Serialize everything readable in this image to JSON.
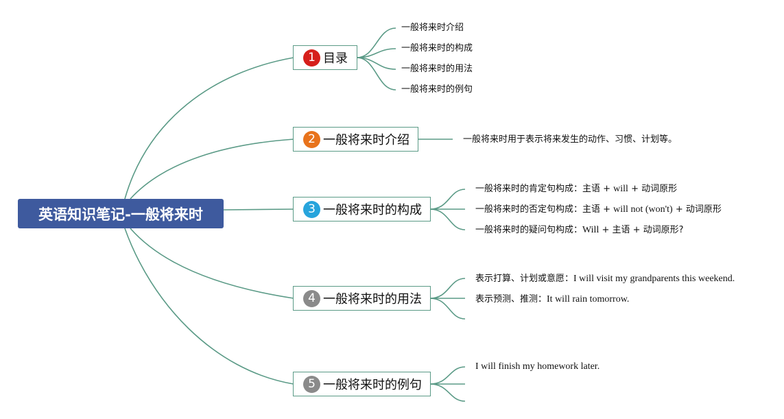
{
  "root": {
    "title": "英语知识笔记-一般将来时"
  },
  "branches": [
    {
      "number": "1",
      "label": "目录",
      "number_color": "#d61f1b",
      "items": [
        "一般将来时介绍",
        "一般将来时的构成",
        "一般将来时的用法",
        "一般将来时的例句"
      ]
    },
    {
      "number": "2",
      "label": "一般将来时介绍",
      "number_color": "#e8731c",
      "items": [
        "一般将来时用于表示将来发生的动作、习惯、计划等。"
      ]
    },
    {
      "number": "3",
      "label": "一般将来时的构成",
      "number_color": "#27a4dc",
      "items": [
        {
          "cn": "一般将来时的肯定句构成：主语 + ",
          "en": "will",
          "cn2": " + 动词原形"
        },
        {
          "cn": "一般将来时的否定句构成：主语 + ",
          "en": "will not (won't)",
          "cn2": " + 动词原形"
        },
        {
          "cn": "一般将来时的疑问句构成：",
          "en": "Will",
          "cn2": " + 主语 + 动词原形?"
        }
      ]
    },
    {
      "number": "4",
      "label": "一般将来时的用法",
      "number_color": "#8a8a8a",
      "items": [
        {
          "cn": "表示打算、计划或意愿：",
          "en": "I will visit my grandparents this weekend."
        },
        {
          "cn": "表示预测、推测：",
          "en": "It will rain tomorrow."
        },
        {
          "cn": "",
          "en": ""
        }
      ]
    },
    {
      "number": "5",
      "label": "一般将来时的例句",
      "number_color": "#8a8a8a",
      "items": [
        {
          "cn": "",
          "en": "I will finish my homework later."
        },
        {
          "cn": "",
          "en": ""
        },
        {
          "cn": "",
          "en": ""
        }
      ]
    }
  ],
  "colors": {
    "root_bg": "#3e5a9e",
    "connector": "#5a9a86"
  }
}
